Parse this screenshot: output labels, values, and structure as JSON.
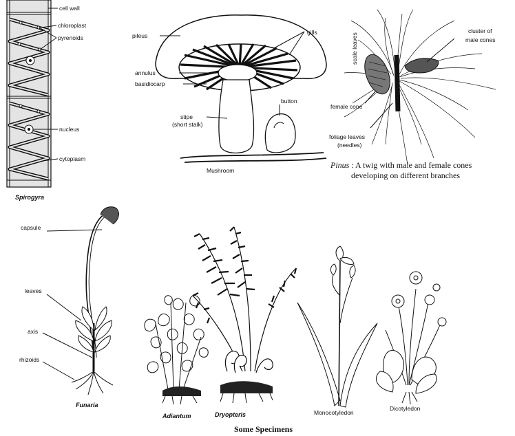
{
  "spirogyra": {
    "title": "Spirogyra",
    "labels": {
      "cell_wall": "cell wall",
      "chloroplast": "chloroplast",
      "pyrenoids": "pyrenoids",
      "nucleus": "nucleus",
      "cytoplasm": "cytoplasm"
    }
  },
  "mushroom": {
    "title": "Mushroom",
    "labels": {
      "pileus": "pileus",
      "gills": "gills",
      "annulus": "annulus",
      "basidiocarp": "basidiocarp",
      "stipe": "stipe",
      "short_stalk": "(short stalk)",
      "button": "button"
    }
  },
  "pinus": {
    "labels": {
      "scale_leaves": "scale leaves",
      "cluster": "cluster of",
      "male_cones": "male cones",
      "female_cone": "female cone",
      "foliage_leaves": "foliage leaves",
      "needles": "(needles)"
    },
    "caption_genus": "Pinus",
    "caption_rest": " : A twig with male and female cones",
    "caption_line2": "developing on different branches"
  },
  "funaria": {
    "title": "Funaria",
    "labels": {
      "capsule": "capsule",
      "leaves": "leaves",
      "axis": "axis",
      "rhizoids": "rhizoids"
    }
  },
  "adiantum": {
    "title": "Adiantum"
  },
  "dryopteris": {
    "title": "Dryopteris"
  },
  "monocot": {
    "title": "Monocotyledon"
  },
  "dicot": {
    "title": "Dicotyledon"
  },
  "figure_caption": "Some Specimens"
}
